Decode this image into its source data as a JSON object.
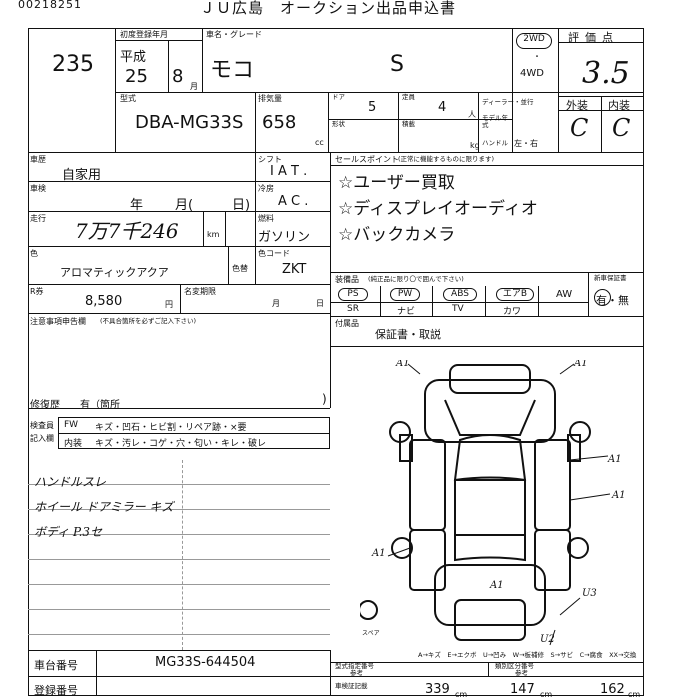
{
  "header": {
    "serial": "00218251",
    "title": "ＪＵ広島　オークション出品申込書"
  },
  "lot": {
    "number": "235"
  },
  "registration": {
    "label": "初度登録年月",
    "era": "平成",
    "year": "25",
    "month": "8",
    "month_suffix": "月"
  },
  "model": {
    "label": "車名・グレード",
    "name": "モコ",
    "grade": "S"
  },
  "drive": {
    "two": "2WD",
    "dot": "・",
    "four": "4WD"
  },
  "score": {
    "label": "評価点",
    "value": "3.5"
  },
  "type": {
    "label": "型式",
    "value": "DBA-MG33S"
  },
  "displacement": {
    "label": "排気量",
    "value": "658",
    "unit": "cc"
  },
  "doors": {
    "label": "ドア",
    "value": "5"
  },
  "capacity": {
    "label": "定員",
    "value": "4",
    "unit": "人"
  },
  "dealer": {
    "label": "ディーラー・並行"
  },
  "model_year": {
    "label": "モデル年式"
  },
  "steering": {
    "label": "ハンドル",
    "value": "左・右"
  },
  "chassis_shape": {
    "label": "形状"
  },
  "loading": {
    "label": "積載",
    "unit": "kg"
  },
  "exterior": {
    "label": "外装",
    "value": "C"
  },
  "interior": {
    "label": "内装",
    "value": "C"
  },
  "usage": {
    "label": "車歴",
    "value": "自家用"
  },
  "inspection": {
    "label": "車検",
    "year": "年",
    "month": "月(",
    "day": "日)"
  },
  "mileage": {
    "label": "走行",
    "value": "7万7千246",
    "unit": "km"
  },
  "shift": {
    "label": "シフト",
    "value": "I A T ."
  },
  "ac": {
    "label": "冷房",
    "value": "A C ."
  },
  "fuel": {
    "label": "燃料",
    "value": "ガソリン"
  },
  "color": {
    "label": "色",
    "value": "アロマティックアクア",
    "change_label": "色替"
  },
  "color_code": {
    "label": "色コード",
    "value": "ZKT"
  },
  "recycle": {
    "label": "R券",
    "value": "8,580",
    "unit": "円"
  },
  "warranty_date": {
    "label": "名変期限",
    "month": "月",
    "day": "日"
  },
  "notes": {
    "label": "注意事項申告欄",
    "sub": "(不具合箇所を必ずご記入下さい)",
    "repair_label": "修復歴",
    "repair_value": "有（箇所"
  },
  "sales_points": {
    "label": "セールスポイント",
    "sub": "(正常に機能するものに限ります)",
    "items": [
      "☆ユーザー買取",
      "☆ディスプレイオーディオ",
      "☆バックカメラ"
    ]
  },
  "equipment": {
    "label": "装備品",
    "sub": "(純正品に限り〇で囲んで下さい)",
    "items": [
      "PS",
      "PW",
      "ABS",
      "エアB",
      "AW"
    ],
    "items2": [
      "SR",
      "ナビ",
      "TV",
      "カワ"
    ],
    "new_warranty_label": "新車保証書",
    "new_warranty_value": "有・無"
  },
  "accessories": {
    "label": "付属品",
    "value": "保証書・取説"
  },
  "inspector": {
    "label1": "検査員",
    "label2": "記入欄",
    "row1_label": "FW",
    "row1": "キズ・凹石・ヒビ割・リペア跡・×要",
    "row2_label": "内装",
    "row2": "キズ・汚レ・コゲ・穴・匂い・キレ・破レ"
  },
  "inspector_notes": [
    "ハンドルスレ",
    "ホイール ドアミラー キズ",
    "ボディ P.3セ"
  ],
  "diagram": {
    "marks": [
      "A1",
      "A1",
      "A1",
      "A1",
      "A1",
      "U3",
      "U2"
    ],
    "spare": "スペア",
    "legend": "A→キズ　E→エクボ　U→凹み　W→板補修　S→サビ　C→腐食　XX→交換"
  },
  "bottom": {
    "chassis_label": "車台番号",
    "chassis_value": "MG33S-644504",
    "reg_label": "登録番号",
    "spec_label": "型式指定番号",
    "spec_sub": "参考",
    "class_label": "類別区分番号",
    "class_sub": "参考",
    "size_label": "車検証記載",
    "length_value": "339",
    "length_unit": "cm",
    "width_value": "147",
    "width_unit": "cm",
    "height_value": "162",
    "height_unit": "cm"
  }
}
